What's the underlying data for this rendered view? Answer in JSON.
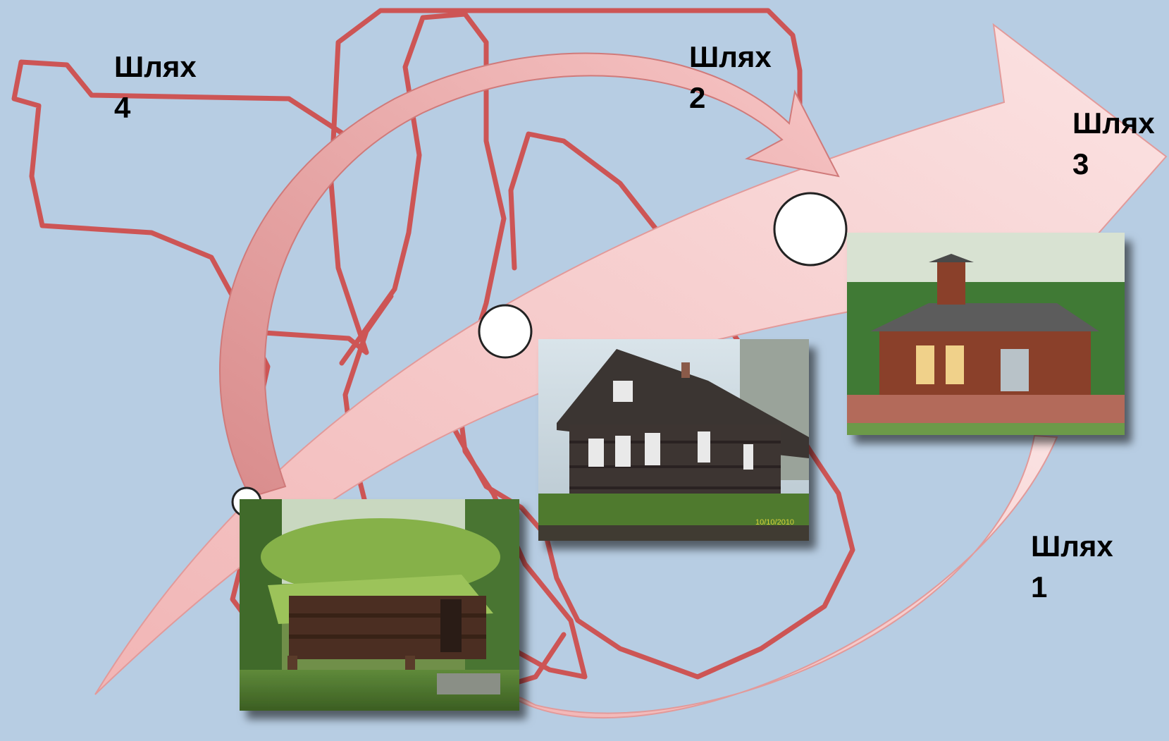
{
  "diagram": {
    "colors": {
      "background": "#b7cde3",
      "tangled_path": "#cd5555",
      "arrow_fill": "#f4cccc",
      "arrow_fill_dark": "#d98c8c",
      "marker_fill": "#ffffff"
    },
    "labels": {
      "path_1": "Шлях\n1",
      "path_2": "Шлях\n2",
      "path_3": "Шлях\n3",
      "path_4": "Шлях\n4"
    },
    "photos": [
      {
        "name": "old-turf-roof-log-house-photo",
        "description_icon": "grass-roof-log-cabin"
      },
      {
        "name": "village-log-house-photo",
        "date_stamp": "10/10/2010"
      },
      {
        "name": "modern-brick-house-photo",
        "description_icon": "brick-house-with-tower"
      }
    ]
  }
}
